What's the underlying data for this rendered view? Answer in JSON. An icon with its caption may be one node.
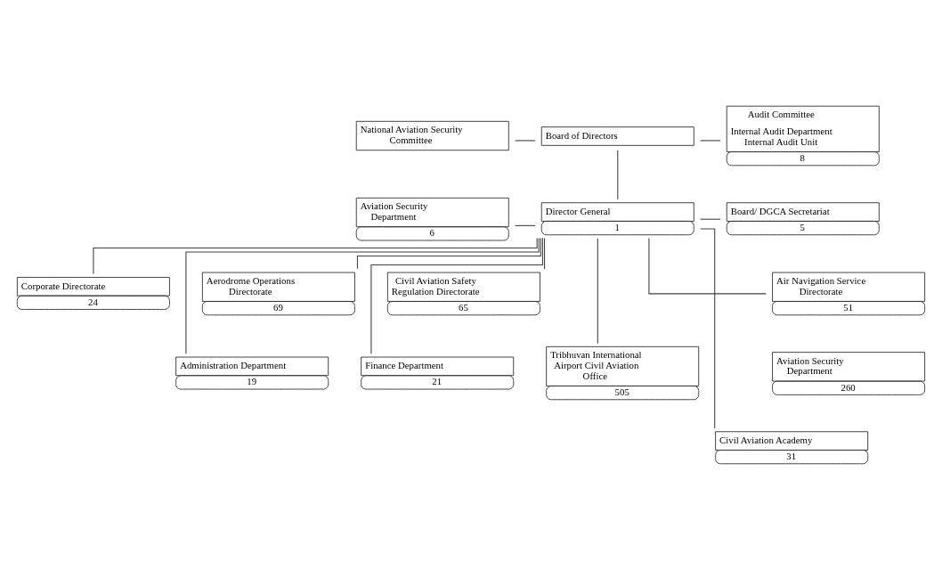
{
  "diagram": {
    "nodes": [
      {
        "text": [
          "National Aviation Security Committee"
        ]
      },
      {
        "text": [
          "Board of Directors"
        ]
      },
      {
        "text": [
          "Audit Committee",
          "Internal Audit Department Internal Audit Unit"
        ],
        "beside": [
          "8"
        ]
      },
      {
        "text": [
          "Aviation Security Department"
        ],
        "beside": [
          "6"
        ]
      },
      {
        "text": [
          "Director General"
        ],
        "beside": [
          "1"
        ]
      },
      {
        "text": [
          "Board/ DGCA Secretariat"
        ],
        "beside": [
          "5"
        ]
      },
      {
        "text": [
          "Civil Aviation Safety Regulation Directorate"
        ],
        "beside": [
          "65"
        ]
      },
      {
        "text": [
          "Corporate Directorate"
        ],
        "beside": [
          "24"
        ]
      },
      {
        "text": [
          "Aerodrome Operations Directorate"
        ],
        "beside": [
          "69"
        ]
      },
      {
        "text": [
          "Air Navigation Service Directorate"
        ],
        "beside": [
          "51"
        ]
      },
      {
        "text": [
          "Administration Department"
        ],
        "beside": [
          "19"
        ]
      },
      {
        "text": [
          "Finance Department"
        ],
        "beside": [
          "21"
        ]
      },
      {
        "text": [
          "Tribhuvan International Airport Civil Aviation Office"
        ],
        "beside": [
          "505"
        ]
      },
      {
        "text": [
          "Aviation Security Department"
        ],
        "beside": [
          "260"
        ]
      },
      {
        "text": [
          "Civil Aviation Academy"
        ],
        "beside": [
          "31"
        ]
      }
    ],
    "edges": [
      {
        "from": 0,
        "to": 1,
        "arrow": "none"
      },
      {
        "from": 1,
        "to": 2,
        "arrow": "none"
      },
      {
        "from": 1,
        "to": 4,
        "arrow": "none"
      },
      {
        "from": 3,
        "to": 4,
        "arrow": "none"
      },
      {
        "from": 4,
        "to": 5,
        "arrow": "none"
      },
      {
        "from": 4,
        "to": 6,
        "arrow": "none"
      },
      {
        "from": 4,
        "to": 10,
        "arrow": "none"
      },
      {
        "from": 4,
        "to": 7,
        "arrow": "none"
      },
      {
        "from": 4,
        "to": 11,
        "arrow": "none"
      },
      {
        "from": 4,
        "to": 8,
        "arrow": "none"
      },
      {
        "from": 4,
        "to": 12,
        "arrow": "none"
      },
      {
        "from": 4,
        "to": 14,
        "arrow": "none"
      },
      {
        "from": 4,
        "to": 9,
        "arrow": "none"
      }
    ]
  }
}
